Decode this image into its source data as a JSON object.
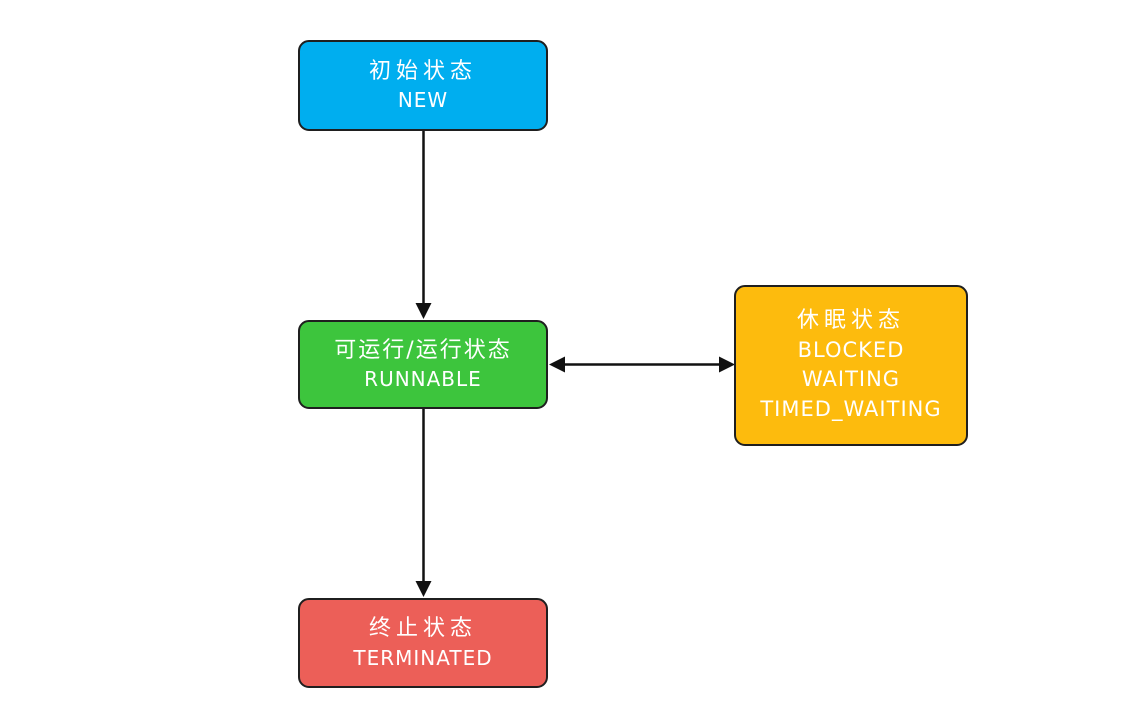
{
  "diagram": {
    "background": "#FFFFFF",
    "border_color": "#1F1F1F",
    "arrow_color": "#111111",
    "nodes": {
      "new": {
        "title": "初始状态",
        "label": "NEW",
        "color": "#00AEEF"
      },
      "runnable": {
        "title": "可运行/运行状态",
        "label": "RUNNABLE",
        "color": "#3DC53D"
      },
      "sleep": {
        "title": "休眠状态",
        "labels": [
          "BLOCKED",
          "WAITING",
          "TIMED_WAITING"
        ],
        "color": "#FDBB0D"
      },
      "terminated": {
        "title": "终止状态",
        "label": "TERMINATED",
        "color": "#EC5F58"
      }
    },
    "edges": [
      {
        "from": "new",
        "to": "runnable",
        "direction": "one-way"
      },
      {
        "from": "runnable",
        "to": "sleep",
        "direction": "two-way"
      },
      {
        "from": "runnable",
        "to": "terminated",
        "direction": "one-way"
      }
    ]
  }
}
